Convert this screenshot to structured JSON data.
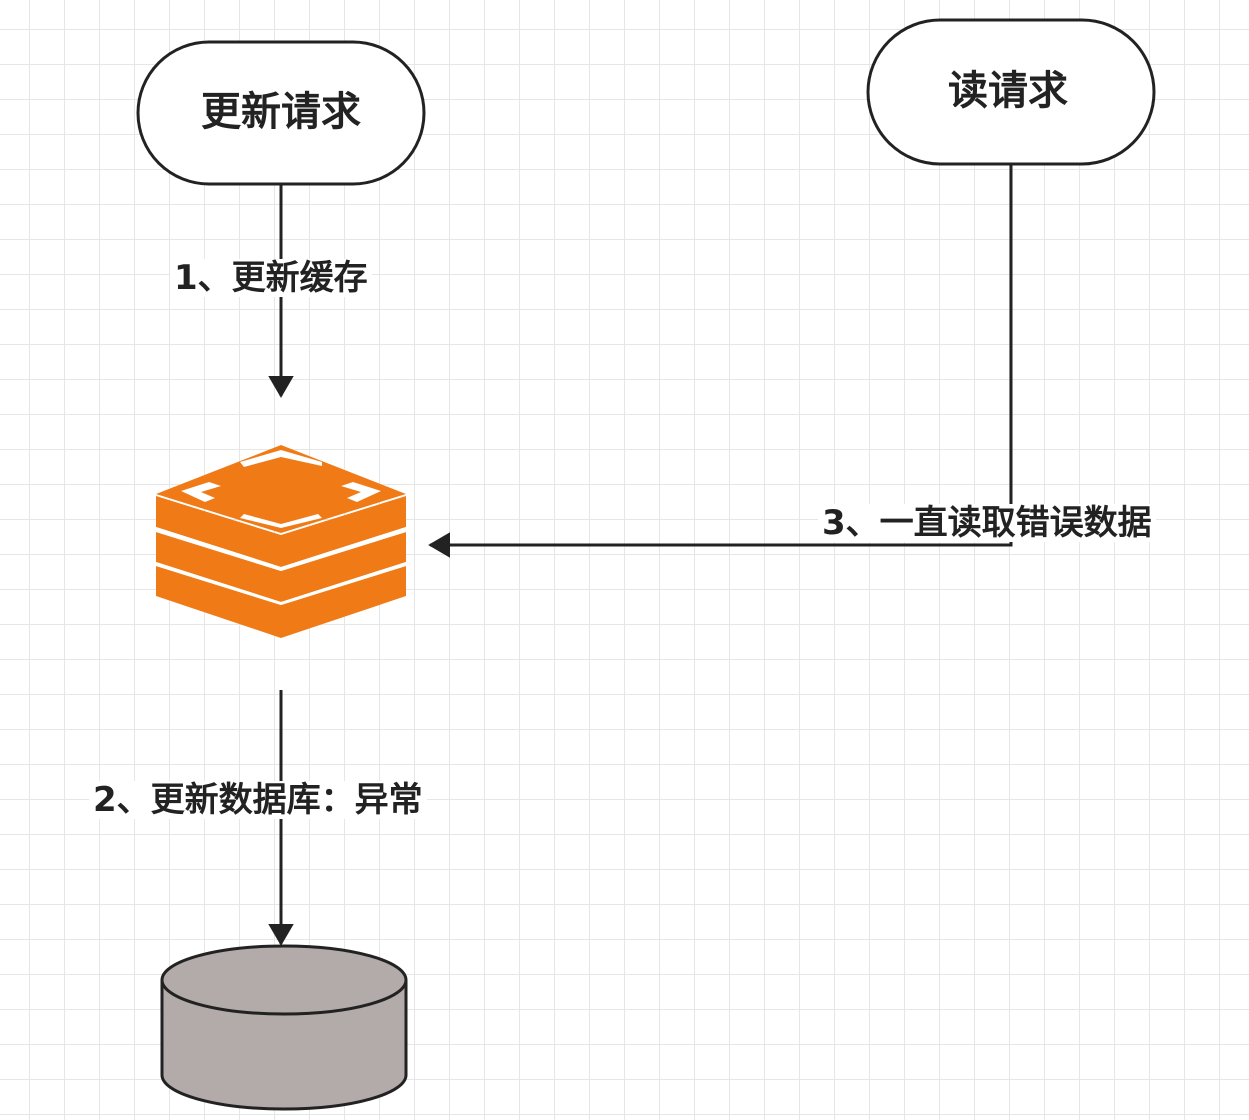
{
  "nodes": {
    "update_request": {
      "label": "更新请求"
    },
    "read_request": {
      "label": "读请求"
    },
    "cache": {
      "icon": "redis-cache-icon",
      "color": "#f07b16"
    },
    "database": {
      "icon": "database-cylinder-icon",
      "color": "#b3aaaa"
    }
  },
  "edges": {
    "update_cache": {
      "label": "1、更新缓存"
    },
    "update_db": {
      "label": "2、更新数据库：异常"
    },
    "read_wrong": {
      "label": "3、一直读取错误数据"
    }
  }
}
